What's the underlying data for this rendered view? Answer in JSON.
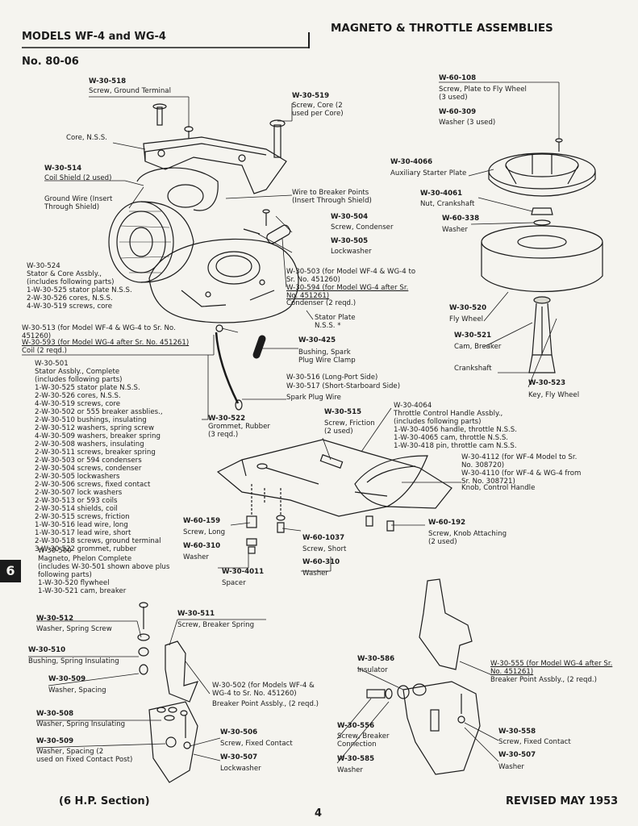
{
  "header": {
    "models": "MODELS WF-4 and WG-4",
    "title": "MAGNETO & THROTTLE ASSEMBLIES",
    "doc_no": "No. 80-06"
  },
  "labels": {
    "w30518_pn": "W-30-518",
    "w30518_desc": "Screw, Ground Terminal",
    "w30519_pn": "W-30-519",
    "w30519_desc": "Screw, Core (2\nused per Core)",
    "core": "Core, N.S.S.",
    "w30514_pn": "W-30-514",
    "w30514_desc": "Coil Shield (2 used)",
    "ground_wire": "Ground Wire (Insert\nThrough Shield)",
    "wire_breaker": "Wire to Breaker Points\n(Insert Through Shield)",
    "w30504_pn": "W-30-504",
    "w30504_desc": "Screw, Condenser",
    "w30505_pn": "W-30-505",
    "w30505_desc": "Lockwasher",
    "w30524": "W-30-524\nStator & Core Assbly.,\n(includes following parts)\n1-W-30-525 stator plate N.S.S.\n2-W-30-526 cores, N.S.S.\n4-W-30-519 screws, core",
    "w30503": "W-30-503 (for Model WF-4 & WG-4 to\nSr. No. 451260)",
    "w30594": "W-30-594 (for Model WG-4 after Sr.\nNo. 451261)",
    "condenser": "Condenser (2 reqd.)",
    "stator_plate": "Stator Plate\nN.S.S. *",
    "w30513": "W-30-513 (for Model WF-4 & WG-4 to Sr. No.\n451260)",
    "w30593": "W-30-593 (for Model WG-4 after Sr. No. 451261)",
    "coil": "Coil (2 reqd.)",
    "w30425_pn": "W-30-425",
    "w30425_desc": "Bushing, Spark\nPlug Wire Clamp",
    "w30501": "W-30-501\nStator Assbly., Complete\n(includes following parts)\n1-W-30-525 stator plate N.S.S.\n2-W-30-526 cores, N.S.S.\n4-W-30-519 screws, core\n2-W-30-502 or 555 breaker assblies.,\n2-W-30-510 bushings, insulating\n2-W-30-512 washers, spring screw\n4-W-30-509 washers, breaker spring\n2-W-30-508 washers, insulating\n2-W-30-511 screws, breaker spring\n2-W-30-503 or 594 condensers\n2-W-30-504 screws, condenser\n2-W-30-505 lockwashers\n2-W-30-506 screws, fixed contact\n2-W-30-507 lock washers\n2-W-30-513 or 593 coils\n2-W-30-514 shields, coil\n2-W-30-515 screws, friction\n1-W-30-516 lead wire, long\n1-W-30-517 lead wire, short\n2-W-30-518 screws, ground terminal\n3-W-30-522 grommet, rubber",
    "w30516": "W-30-516 (Long-Port Side)",
    "w30517": "W-30-517 (Short-Starboard Side)",
    "spark_wire": "Spark Plug Wire",
    "w30522_pn": "W-30-522",
    "w30522_desc": "Grommet, Rubber\n(3 reqd.)",
    "w30515_pn": "W-30-515",
    "w30515_desc": "Screw, Friction\n(2 used)",
    "w304064": "W-30-4064\nThrottle Control Handle Assbly.,\n(includes following parts)\n1-W-30-4056 handle, throttle N.S.S.\n1-W-30-4065 cam, throttle N.S.S.\n1-W-30-418 pin, throttle cam N.S.S.",
    "w304112": "W-30-4112 (for WF-4 Model to Sr.\nNo. 308720)",
    "w304110": "W-30-4110 (for WF-4 & WG-4 from\nSr. No. 308721)",
    "knob": "Knob, Control Handle",
    "w60108_pn": "W-60-108",
    "w60108_desc": "Screw, Plate to Fly Wheel\n(3 used)",
    "w60309_pn": "W-60-309",
    "w60309_desc": "Washer (3 used)",
    "w304066_pn": "W-30-4066",
    "w304066_desc": "Auxiliary Starter Plate",
    "w304061_pn": "W-30-4061",
    "w304061_desc": "Nut, Crankshaft",
    "w60338_pn": "W-60-338",
    "w60338_desc": "Washer",
    "w30520_pn": "W-30-520",
    "w30520_desc": "Fly Wheel",
    "w30521_pn": "W-30-521",
    "w30521_desc": "Cam, Breaker",
    "crankshaft": "Crankshaft",
    "w30523_pn": "W-30-523",
    "w30523_desc": "Key, Fly Wheel",
    "w60159_pn": "W-60-159",
    "w60159_desc": "Screw, Long",
    "w60310a_pn": "W-60-310",
    "w60310a_desc": "Washer",
    "w304011_pn": "W-30-4011",
    "w304011_desc": "Spacer",
    "w601037_pn": "W-60-1037",
    "w601037_desc": "Screw, Short",
    "w60310b_pn": "W-60-310",
    "w60310b_desc": "Washer",
    "w60192_pn": "W-60-192",
    "w60192_desc": "Screw, Knob Attaching\n(2 used)",
    "w30500": "W-30-500\nMagneto, Phelon Complete\n(includes W-30-501 shown above plus\nfollowing parts)\n1-W-30-520 flywheel\n1-W-30-521 cam, breaker",
    "w30512_pn": "W-30-512",
    "w30512_desc": "Washer, Spring Screw",
    "w30511_pn": "W-30-511",
    "w30511_desc": "Screw, Breaker Spring",
    "w30510_pn": "W-30-510",
    "w30510_desc": "Bushing, Spring Insulating",
    "w30509a_pn": "W-30-509",
    "w30509a_desc": "Washer, Spacing",
    "w30502": "W-30-502 (for Models WF-4 &\nWG-4 to Sr. No. 451260)",
    "w30502_desc": "Breaker Point Assbly., (2 reqd.)",
    "w30508_pn": "W-30-508",
    "w30508_desc": "Washer, Spring Insulating",
    "w30509b_pn": "W-30-509",
    "w30509b_desc": "Washer, Spacing (2\nused on Fixed Contact Post)",
    "w30506_pn": "W-30-506",
    "w30506_desc": "Screw, Fixed Contact",
    "w30507a_pn": "W-30-507",
    "w30507a_desc": "Lockwasher",
    "w30586_pn": "W-30-586",
    "w30586_desc": "Insulator",
    "w30555": "W-30-555 (for Model WG-4 after Sr.\nNo. 451261)",
    "w30555_desc": "Breaker Point Assbly., (2 reqd.)",
    "w30556_pn": "W-30-556",
    "w30556_desc": "Screw, Breaker\nConnection",
    "w30585_pn": "W-30-585",
    "w30585_desc": "Washer",
    "w30558_pn": "W-30-558",
    "w30558_desc": "Screw, Fixed Contact",
    "w30507b_pn": "W-30-507",
    "w30507b_desc": "Washer"
  },
  "footer": {
    "section": "(6 H.P. Section)",
    "page": "4",
    "revised": "REVISED MAY 1953",
    "tab": "6"
  }
}
